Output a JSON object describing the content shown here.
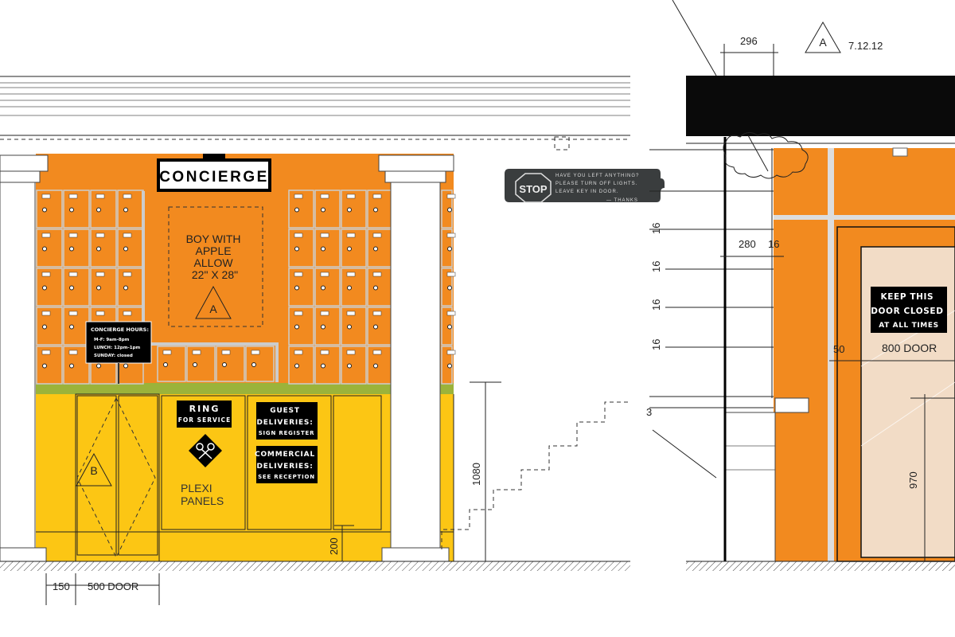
{
  "drawing": {
    "revision": {
      "mark": "A",
      "date": "7.12.12"
    },
    "colors": {
      "orange": "#f28a1f",
      "yellow": "#fcc614",
      "green": "#9bb33a",
      "door_panel": "#f2dcc6",
      "black": "#0a0a0a"
    },
    "left_elevation": {
      "concierge_sign": "CONCIERGE",
      "artwork": {
        "lines": [
          "BOY WITH",
          "APPLE",
          "ALLOW",
          "22\" X 28\""
        ],
        "tag": "A"
      },
      "hours_sign": {
        "title": "CONCIERGE HOURS:",
        "lines": [
          "M-F:  9am-8pm",
          "LUNCH: 12pm-1pm",
          "SUNDAY:    closed"
        ]
      },
      "ring_sign": {
        "line1": "RING",
        "line2": "FOR SERVICE"
      },
      "keys_icon": "crossed-keys-icon",
      "guest_sign": {
        "lines": [
          "GUEST",
          "DELIVERIES:",
          "SIGN REGISTER"
        ]
      },
      "commercial_sign": {
        "lines": [
          "COMMERCIAL",
          "DELIVERIES:",
          "SEE RECEPTION"
        ]
      },
      "plexi_note": [
        "PLEXI",
        "PANELS"
      ],
      "door_tag": "B",
      "dimensions": {
        "d150": "150",
        "door": "500 DOOR",
        "h1080": "1080",
        "h200": "200"
      }
    },
    "stop_sign": {
      "badge": "STOP",
      "lines": [
        "HAVE YOU LEFT ANYTHING?",
        "PLEASE TURN OFF LIGHTS.",
        "LEAVE KEY IN DOOR."
      ],
      "sign_off": "— THANKS"
    },
    "right_elevation": {
      "dimensions": {
        "d296": "296",
        "d280": "280",
        "d16": "16",
        "shelf": [
          "16",
          "16",
          "16",
          "16"
        ],
        "d50": "50",
        "door": "800 DOOR",
        "h970": "970",
        "d3": "3"
      },
      "door_sign": {
        "lines": [
          "KEEP THIS",
          "DOOR CLOSED",
          "AT ALL TIMES"
        ]
      }
    }
  }
}
